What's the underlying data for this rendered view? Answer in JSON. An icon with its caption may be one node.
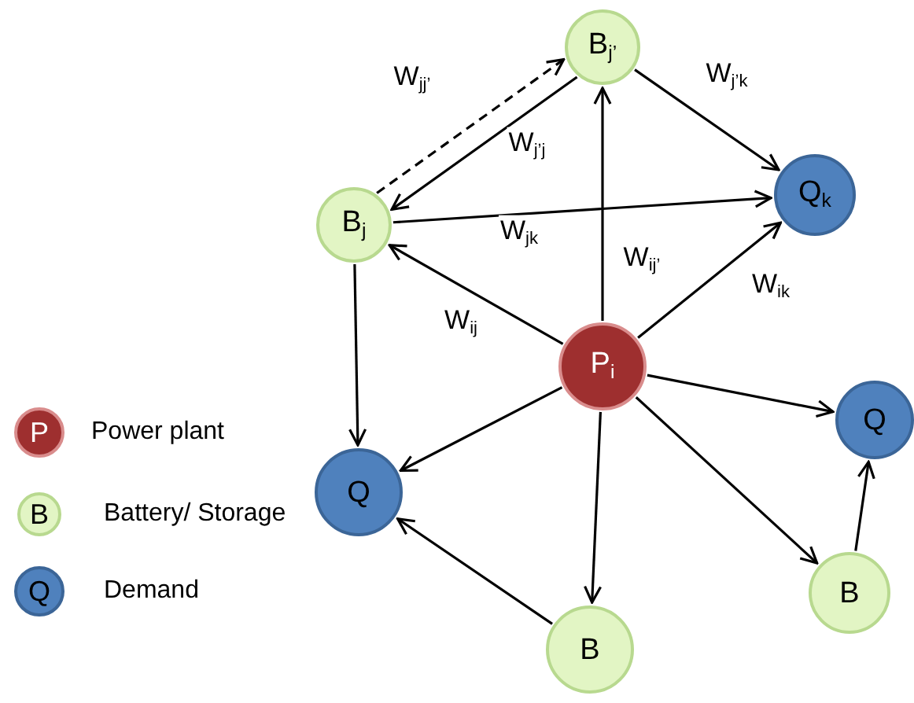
{
  "diagram": {
    "nodes": [
      {
        "text": [
          "B$_{j’}$"
        ]
      },
      {
        "text": [
          "B$_{j}$"
        ]
      },
      {
        "text": [
          "Q$_{k}$"
        ]
      },
      {
        "text": [
          "P$_{i}$"
        ]
      },
      {
        "text": [
          "Q"
        ]
      },
      {
        "text": [
          "Q"
        ]
      },
      {
        "text": [
          "B"
        ]
      },
      {
        "text": [
          "B"
        ]
      }
    ],
    "edges": [
      {
        "from": 3,
        "to": 1,
        "arrow": "to",
        "label": "W$_{ij}$"
      },
      {
        "from": 3,
        "to": 0,
        "arrow": "to",
        "label": "W$_{ij’}$"
      },
      {
        "from": 3,
        "to": 2,
        "arrow": "to",
        "label": "W$_{ik}$"
      },
      {
        "from": 3,
        "to": 4,
        "arrow": "to"
      },
      {
        "from": 3,
        "to": 5,
        "arrow": "to"
      },
      {
        "from": 3,
        "to": 7,
        "arrow": "to"
      },
      {
        "from": 3,
        "to": 6,
        "arrow": "to"
      },
      {
        "from": 1,
        "to": 2,
        "arrow": "to",
        "label": "W$_{jk}$"
      },
      {
        "from": 0,
        "to": 2,
        "arrow": "to",
        "label": "W$_{j’k}$"
      },
      {
        "from": 0,
        "to": 1,
        "arrow": "to",
        "label": "W$_{j’j}$"
      },
      {
        "from": 1,
        "to": 0,
        "arrow": "to",
        "label": "W$_{jj’}$",
        "style": "dashed"
      },
      {
        "from": 1,
        "to": 5,
        "arrow": "to"
      },
      {
        "from": 7,
        "to": 5,
        "arrow": "to"
      },
      {
        "from": 6,
        "to": 4,
        "arrow": "to"
      }
    ],
    "labels": [
      "P",
      "B",
      "Q"
    ],
    "legend": [
      {
        "text": "Power plant",
        "color": "#9e2f2f"
      },
      {
        "text": "Battery/ Storage",
        "color": "#e2f5c4"
      },
      {
        "text": "Demand",
        "color": "#4f81bd"
      }
    ]
  }
}
